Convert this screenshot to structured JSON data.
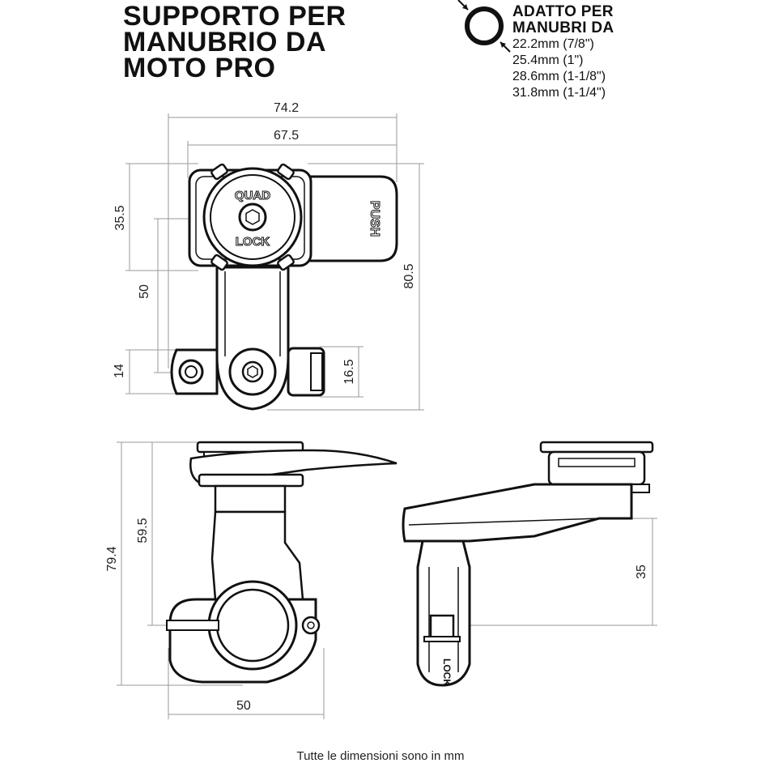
{
  "title": {
    "lines": [
      "SUPPORTO PER",
      "MANUBRIO DA",
      "MOTO PRO"
    ]
  },
  "fit": {
    "title_lines": [
      "ADATTO PER",
      "MANUBRI DA"
    ],
    "sizes": [
      "22.2mm (7/8\")",
      "25.4mm (1\")",
      "28.6mm (1-1/8\")",
      "31.8mm (1-1/4\")"
    ]
  },
  "front_view": {
    "logo_top": "QUAD",
    "logo_bottom": "LOCK",
    "push_label": "PUSH",
    "dims": {
      "overall_width": "74.2",
      "lever_width": "67.5",
      "head_height": "35.5",
      "mount_center_span": "50",
      "overall_height": "80.5",
      "clamp_span": "14",
      "clamp_height": "16.5"
    }
  },
  "side_view": {
    "dims": {
      "overall_height": "79.4",
      "head_to_bar": "59.5",
      "clamp_width": "50"
    }
  },
  "back_view": {
    "logo_text": "LOCK",
    "dims": {
      "offset_height": "35"
    }
  },
  "footer": "Tutte le dimensioni sono in mm"
}
